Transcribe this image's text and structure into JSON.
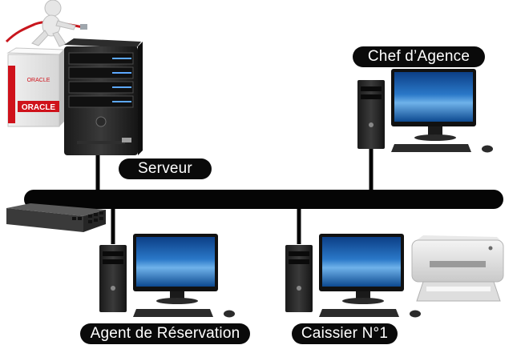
{
  "diagram": {
    "labels": {
      "server": "Serveur",
      "chef": "Chef d’Agence",
      "agent": "Agent de Réservation",
      "caisse": "Caissier N°1"
    },
    "branding": {
      "oracle_logo_text": "ORACLE",
      "oracle_box_text": "ORACLE"
    },
    "colors": {
      "bus": "#050505",
      "label_bg": "#0a0a0a",
      "label_text": "#ffffff",
      "oracle_red": "#d3111a",
      "screen_blue": "#1b5fa8"
    },
    "icons": [
      "server-tower-icon",
      "oracle-box-icon",
      "network-switch-icon",
      "person-figure-icon",
      "desktop-computer-icon",
      "printer-icon"
    ]
  }
}
